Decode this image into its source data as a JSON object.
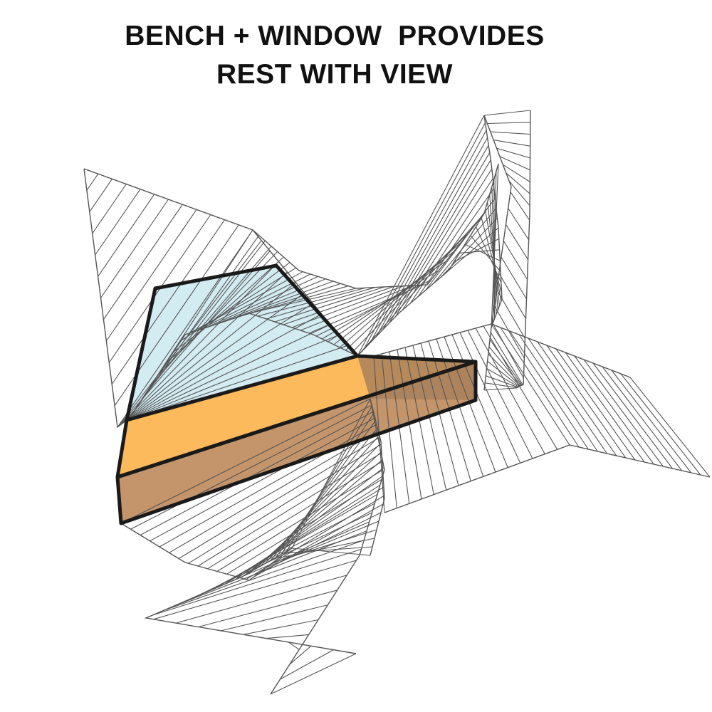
{
  "title": {
    "line1": "BENCH + WINDOW  PROVIDES",
    "line2": "REST WITH VIEW"
  },
  "colors": {
    "window_glass": "#d3ecf2",
    "bench_top": "#fdba5c",
    "bench_front": "#c4956a",
    "bench_side": "#a9805a",
    "outline": "#1a1a1a",
    "ruled_line": "#555555"
  },
  "icons": [
    "bench-shape",
    "window-shape",
    "ruled-surface"
  ]
}
